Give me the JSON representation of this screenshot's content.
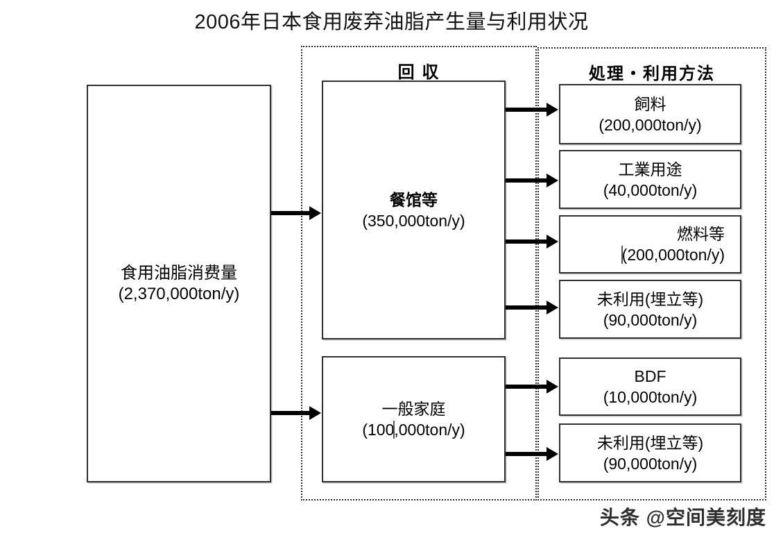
{
  "title": "2006年日本食用废弃油脂产生量与利用状况",
  "groups": {
    "recovery": {
      "title": "回  収"
    },
    "use": {
      "title": "処理・利用方法"
    }
  },
  "boxes": {
    "consumption": {
      "name": "食用油脂消费量",
      "amount": "(2,370,000ton/y)"
    },
    "restaurant": {
      "name": "餐馆等",
      "amount": "(350,000ton/y)"
    },
    "household": {
      "name": "一般家庭",
      "amount_pre": "(100",
      "amount_post": ",000ton/y)"
    },
    "feed": {
      "name": "飼料",
      "amount": "(200,000ton/y)"
    },
    "industrial": {
      "name": "工業用途",
      "amount": "(40,000ton/y)"
    },
    "fuel": {
      "name": "燃料等",
      "amount_pre": "",
      "amount_post": "(200,000ton/y)"
    },
    "unused1": {
      "name": "未利用(埋立等)",
      "amount": "(90,000ton/y)"
    },
    "bdf": {
      "name": "BDF",
      "amount": "(10,000ton/y)"
    },
    "unused2": {
      "name": "未利用(埋立等)",
      "amount": "(90,000ton/y)"
    }
  },
  "watermark": "头条 @空间美刻度",
  "chart_data": {
    "type": "diagram",
    "title": "2006年日本食用废弃油脂产生量与利用状况",
    "unit": "ton/y",
    "nodes": [
      {
        "id": "consumption",
        "label": "食用油脂消费量",
        "value": 2370000,
        "stage": "consumption"
      },
      {
        "id": "restaurant",
        "label": "餐馆等",
        "value": 350000,
        "stage": "recovery"
      },
      {
        "id": "household",
        "label": "一般家庭",
        "value": 100000,
        "stage": "recovery"
      },
      {
        "id": "feed",
        "label": "飼料",
        "value": 200000,
        "stage": "use"
      },
      {
        "id": "industrial",
        "label": "工業用途",
        "value": 40000,
        "stage": "use"
      },
      {
        "id": "fuel",
        "label": "燃料等",
        "value": 200000,
        "stage": "use"
      },
      {
        "id": "unused1",
        "label": "未利用(埋立等)",
        "value": 90000,
        "stage": "use"
      },
      {
        "id": "bdf",
        "label": "BDF",
        "value": 10000,
        "stage": "use"
      },
      {
        "id": "unused2",
        "label": "未利用(埋立等)",
        "value": 90000,
        "stage": "use"
      }
    ],
    "edges": [
      {
        "from": "consumption",
        "to": "restaurant"
      },
      {
        "from": "consumption",
        "to": "household"
      },
      {
        "from": "restaurant",
        "to": "feed"
      },
      {
        "from": "restaurant",
        "to": "industrial"
      },
      {
        "from": "restaurant",
        "to": "fuel"
      },
      {
        "from": "restaurant",
        "to": "unused1"
      },
      {
        "from": "household",
        "to": "bdf"
      },
      {
        "from": "household",
        "to": "unused2"
      }
    ]
  }
}
